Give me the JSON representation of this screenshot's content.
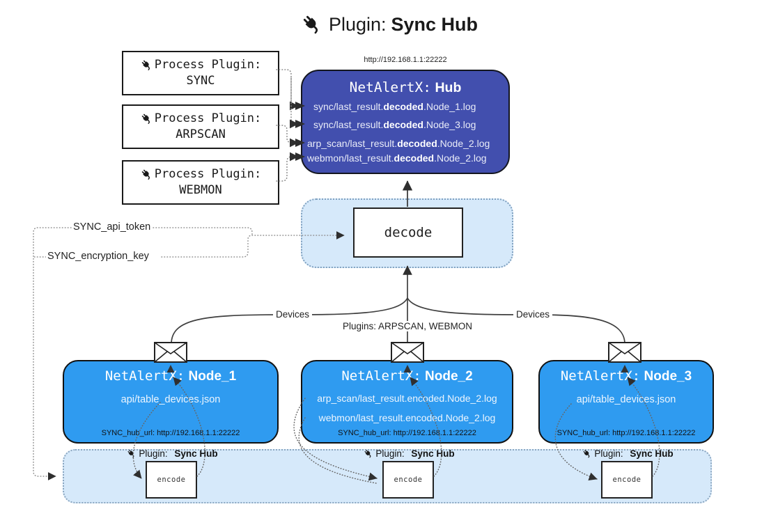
{
  "title": {
    "prefix": "Plugin:",
    "bold": "Sync Hub"
  },
  "process_plugins": [
    {
      "label": "Process Plugin:",
      "name": "SYNC"
    },
    {
      "label": "Process Plugin:",
      "name": "ARPSCAN"
    },
    {
      "label": "Process Plugin:",
      "name": "WEBMON"
    }
  ],
  "hub": {
    "url": "http://192.168.1.1:22222",
    "title_prefix": "NetAlertX:",
    "title_bold": "Hub",
    "logs": [
      {
        "pre": "sync/last_result.",
        "bold": "decoded",
        "post": ".Node_1.log"
      },
      {
        "pre": "sync/last_result.",
        "bold": "decoded",
        "post": ".Node_3.log"
      },
      {
        "pre": "arp_scan/last_result.",
        "bold": "decoded",
        "post": ".Node_2.log"
      },
      {
        "pre": "webmon/last_result.",
        "bold": "decoded",
        "post": ".Node_2.log"
      }
    ]
  },
  "decode_label": "decode",
  "settings": {
    "api_token": "SYNC_api_token",
    "encryption_key": "SYNC_encryption_key"
  },
  "edge_labels": {
    "left": "Devices",
    "middle": "Plugins: ARPSCAN, WEBMON",
    "right": "Devices"
  },
  "nodes": [
    {
      "title_prefix": "NetAlertX:",
      "title_bold": "Node_1",
      "files": [
        "api/table_devices.json"
      ],
      "hub_url": "SYNC_hub_url: http://192.168.1.1:22222"
    },
    {
      "title_prefix": "NetAlertX:",
      "title_bold": "Node_2",
      "files": [
        "arp_scan/last_result.encoded.Node_2.log",
        "webmon/last_result.encoded.Node_2.log"
      ],
      "hub_url": "SYNC_hub_url: http://192.168.1.1:22222"
    },
    {
      "title_prefix": "NetAlertX:",
      "title_bold": "Node_3",
      "files": [
        "api/table_devices.json"
      ],
      "hub_url": "SYNC_hub_url: http://192.168.1.1:22222"
    }
  ],
  "encoders": [
    {
      "plugin_prefix": "Plugin:",
      "plugin_bold": "Sync Hub",
      "box_label": "encode"
    },
    {
      "plugin_prefix": "Plugin:",
      "plugin_bold": "Sync Hub",
      "box_label": "encode"
    },
    {
      "plugin_prefix": "Plugin:",
      "plugin_bold": "Sync Hub",
      "box_label": "encode"
    }
  ],
  "colors": {
    "hub": "#424FAE",
    "node": "#2F9BF0",
    "panel": "#D6E9FA"
  }
}
